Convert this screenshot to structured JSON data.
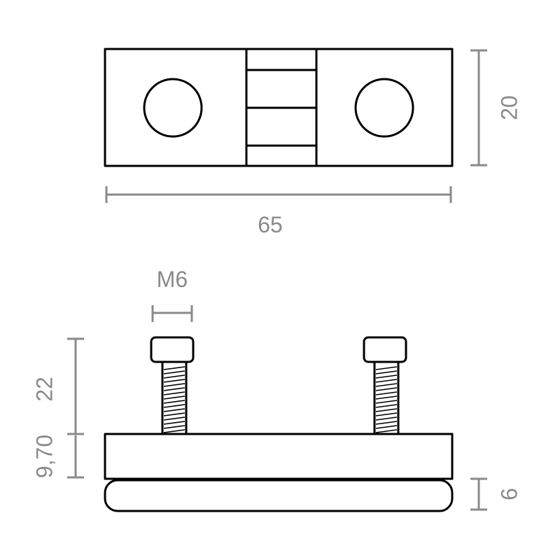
{
  "colors": {
    "outline": "#000000",
    "dimension": "#8a8a8a",
    "background": "#ffffff"
  },
  "top_view": {
    "width_label": "65",
    "height_label": "20",
    "hinge_segments": 4
  },
  "side_view": {
    "thread_label": "M6",
    "bolt_length_label": "22",
    "base_height_label": "9,70",
    "pad_height_label": "6"
  }
}
